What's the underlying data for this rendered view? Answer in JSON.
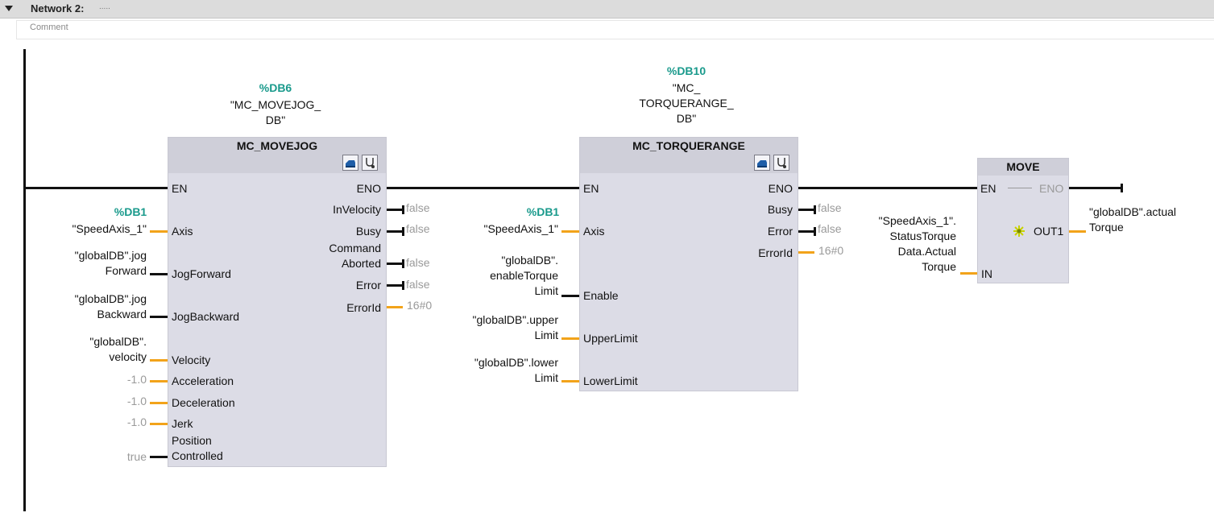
{
  "network": {
    "title": "Network 2:",
    "dots": ".....",
    "comment": "Comment"
  },
  "colors": {
    "instance": "#1a9a8c",
    "wire": "#111111",
    "orange_wire": "#f2a31a",
    "block_bg": "#dcdce6",
    "gray_value": "#9a9a9a"
  },
  "icons": {
    "status": "status-icon",
    "diagnostics": "diagnostics-icon",
    "star": "status-star-icon"
  },
  "movejog": {
    "instance": "%DB6",
    "db_line1": "\"MC_MOVEJOG_",
    "db_line2": "DB\"",
    "title": "MC_MOVEJOG",
    "en": "EN",
    "eno": "ENO",
    "in_axis": "Axis",
    "in_jogforward": "JogForward",
    "in_jogbackward": "JogBackward",
    "in_velocity": "Velocity",
    "in_acceleration": "Acceleration",
    "in_deceleration": "Deceleration",
    "in_jerk": "Jerk",
    "in_poscontrolled_1": "Position",
    "in_poscontrolled_2": "Controlled",
    "out_invelocity": "InVelocity",
    "out_busy": "Busy",
    "out_cmd_1": "Command",
    "out_cmd_2": "Aborted",
    "out_error": "Error",
    "out_errorid": "ErrorId",
    "axis_db": "%DB1",
    "axis_op": "\"SpeedAxis_1\"",
    "jogf_1": "\"globalDB\".jog",
    "jogf_2": "Forward",
    "jogb_1": "\"globalDB\".jog",
    "jogb_2": "Backward",
    "vel_1": "\"globalDB\".",
    "vel_2": "velocity",
    "acc": "-1.0",
    "dec": "-1.0",
    "jerk": "-1.0",
    "posctl": "true",
    "v_invelocity": "false",
    "v_busy": "false",
    "v_cmd": "false",
    "v_error": "false",
    "v_errorid": "16#0"
  },
  "torque": {
    "instance": "%DB10",
    "db_line1": "\"MC_",
    "db_line2": "TORQUERANGE_",
    "db_line3": "DB\"",
    "title": "MC_TORQUERANGE",
    "en": "EN",
    "eno": "ENO",
    "in_axis": "Axis",
    "in_enable": "Enable",
    "in_upper": "UpperLimit",
    "in_lower": "LowerLimit",
    "out_busy": "Busy",
    "out_error": "Error",
    "out_errorid": "ErrorId",
    "axis_db": "%DB1",
    "axis_op": "\"SpeedAxis_1\"",
    "en_1": "\"globalDB\".",
    "en_2": "enableTorque",
    "en_3": "Limit",
    "up_1": "\"globalDB\".upper",
    "up_2": "Limit",
    "lo_1": "\"globalDB\".lower",
    "lo_2": "Limit",
    "v_busy": "false",
    "v_error": "false",
    "v_errorid": "16#0"
  },
  "move": {
    "title": "MOVE",
    "en": "EN",
    "eno": "ENO",
    "out1": "OUT1",
    "in": "IN",
    "in_1": "\"SpeedAxis_1\".",
    "in_2": "StatusTorque",
    "in_3": "Data.Actual",
    "in_4": "Torque",
    "out_1": "\"globalDB\".actual",
    "out_2": "Torque"
  }
}
